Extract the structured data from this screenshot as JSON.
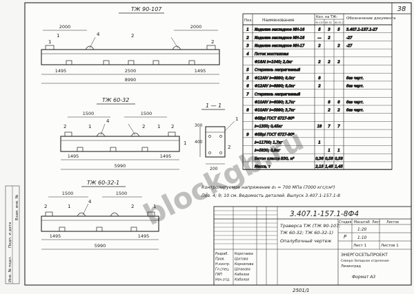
{
  "sheet_number": "38",
  "drawings": {
    "beam1": {
      "title": "ТЖ 90-107",
      "dims_top": [
        "2000",
        "2000"
      ],
      "dims_bottom": [
        "1495",
        "2500",
        "1495"
      ],
      "total": "8990",
      "callouts": [
        "1",
        "4",
        "2",
        "1",
        "2"
      ]
    },
    "beam2": {
      "title": "ТЖ 60-32",
      "dims_top": [
        "1500",
        "1500"
      ],
      "dims_bottom": [
        "1495",
        "1495"
      ],
      "total": "5990",
      "callouts": [
        "2",
        "1",
        "4",
        "2",
        "1",
        "2",
        "1"
      ]
    },
    "section": {
      "title": "1 — 1",
      "dims": [
        "300",
        "400",
        "200"
      ],
      "callouts": [
        "1",
        "2"
      ]
    },
    "beam3": {
      "title": "ТЖ 60-32-1",
      "dims_top": [
        "1500",
        "1500"
      ],
      "dims_bottom": [
        "1495",
        "1495"
      ],
      "total": "5990",
      "callouts": [
        "2",
        "1",
        "4",
        "2",
        "1"
      ]
    }
  },
  "spec": {
    "headers": [
      "Поз.",
      "Наименование",
      "Кол. на ТЖ-",
      "Обозначение документа"
    ],
    "sub_headers": [
      "90-107",
      "60-32",
      "60-32-1"
    ],
    "rows": [
      {
        "pos": "1",
        "name": "Изделие закладное МН-16",
        "q1": "5",
        "q2": "3",
        "q3": "5",
        "doc": "3.407.1-157.1-27"
      },
      {
        "pos": "2",
        "name": "Изделие закладное МН-16",
        "q1": "—",
        "q2": "2",
        "q3": "",
        "doc": "-27"
      },
      {
        "pos": "3",
        "name": "Изделие закладное МН-17",
        "q1": "2",
        "q2": "",
        "q3": "2",
        "doc": "-27"
      },
      {
        "pos": "4",
        "name": "Поток монтажная",
        "q1": "",
        "q2": "",
        "q3": "",
        "doc": ""
      },
      {
        "pos": "",
        "name": "Ф16АI   ℓ=1040;   2,0кг",
        "q1": "2",
        "q2": "2",
        "q3": "2",
        "doc": ""
      },
      {
        "pos": "5",
        "name": "Стержень напрягаемый",
        "q1": "",
        "q2": "",
        "q3": "",
        "doc": ""
      },
      {
        "pos": "5",
        "name": "Ф12АIV   ℓ=8990;   8,0кг",
        "q1": "8",
        "q2": "",
        "q3": "",
        "doc": "без черт."
      },
      {
        "pos": "6",
        "name": "Ф12АIV   ℓ=8990;   8,0кг",
        "q1": "2",
        "q2": "",
        "q3": "",
        "doc": "без черт."
      },
      {
        "pos": "7",
        "name": "Стержень напрягаемый",
        "q1": "",
        "q2": "",
        "q3": "",
        "doc": ""
      },
      {
        "pos": "",
        "name": "Ф10АIV   ℓ=6090;   3,7кг",
        "q1": "",
        "q2": "8",
        "q3": "8",
        "doc": "без черт."
      },
      {
        "pos": "8",
        "name": "Ф10АIV   ℓ=5990;   3,7кг",
        "q1": "",
        "q2": "2",
        "q3": "2",
        "doc": "без черт."
      },
      {
        "pos": "",
        "name": "Ф5ВрI   ГОСТ 6727-80*",
        "q1": "",
        "q2": "",
        "q3": "",
        "doc": ""
      },
      {
        "pos": "",
        "name": "ℓ=1350;   0,45кг",
        "q1": "18",
        "q2": "7",
        "q3": "7",
        "doc": ""
      },
      {
        "pos": "9",
        "name": "Ф5ВрI   ГОСТ 6727-80*",
        "q1": "",
        "q2": "",
        "q3": "",
        "doc": ""
      },
      {
        "pos": "",
        "name": "ℓ=11700;   1,7кг",
        "q1": "1",
        "q2": "",
        "q3": "",
        "doc": ""
      },
      {
        "pos": "",
        "name": "ℓ=5830;   0,9кг",
        "q1": "",
        "q2": "1",
        "q3": "1",
        "doc": ""
      },
      {
        "pos": "",
        "name": "Бетон класса В30, м³",
        "q1": "0,36",
        "q2": "0,58",
        "q3": "0,58",
        "doc": ""
      },
      {
        "pos": "",
        "name": "Масса, т",
        "q1": "2,15",
        "q2": "1,45",
        "q3": "1,45",
        "doc": ""
      }
    ]
  },
  "notes": [
    "Контролируемое напряжение σ₀ = 700 МПа (7000 кгс/см²)",
    "Поз. 4; 9; 10 см. Ведомость деталей. Выпуск 3.407.1-157.1-8"
  ],
  "title_block": {
    "doc_code": "3.407.1-157.1-8Ф4",
    "title_lines": [
      "Траверса ТЖ (ТЖ 90-107;",
      "ТЖ 60-32; ТЖ 60-32-1)",
      "Опалубочный чертеж"
    ],
    "roles": [
      "Разраб.",
      "Пров.",
      "Н.контр.",
      "Гл.спец.",
      "ГИП",
      "Нач.отд."
    ],
    "names": [
      "Коротаева",
      "Шатова",
      "Корнилова",
      "Шпакова",
      "Кабалов",
      "Кабалов"
    ],
    "col_headers": [
      "Стадия",
      "Масштаб",
      "Лист",
      "Листов"
    ],
    "stage": "Р",
    "scale_values": [
      "1:20",
      "1:10"
    ],
    "sheet_label": "Лист 1",
    "sheets_label": "Листов 1",
    "org_lines": [
      "ЭНЕРГОСЕТЬПРОЕКТ",
      "Северо-Западное отделение",
      "Ленинград"
    ],
    "format": "Формат А3",
    "footer_code": "2501/1"
  },
  "left_strip": [
    "Инв. № подл.",
    "Подп. и дата",
    "Взам. инв. №"
  ],
  "watermark": "blockgb.ru"
}
